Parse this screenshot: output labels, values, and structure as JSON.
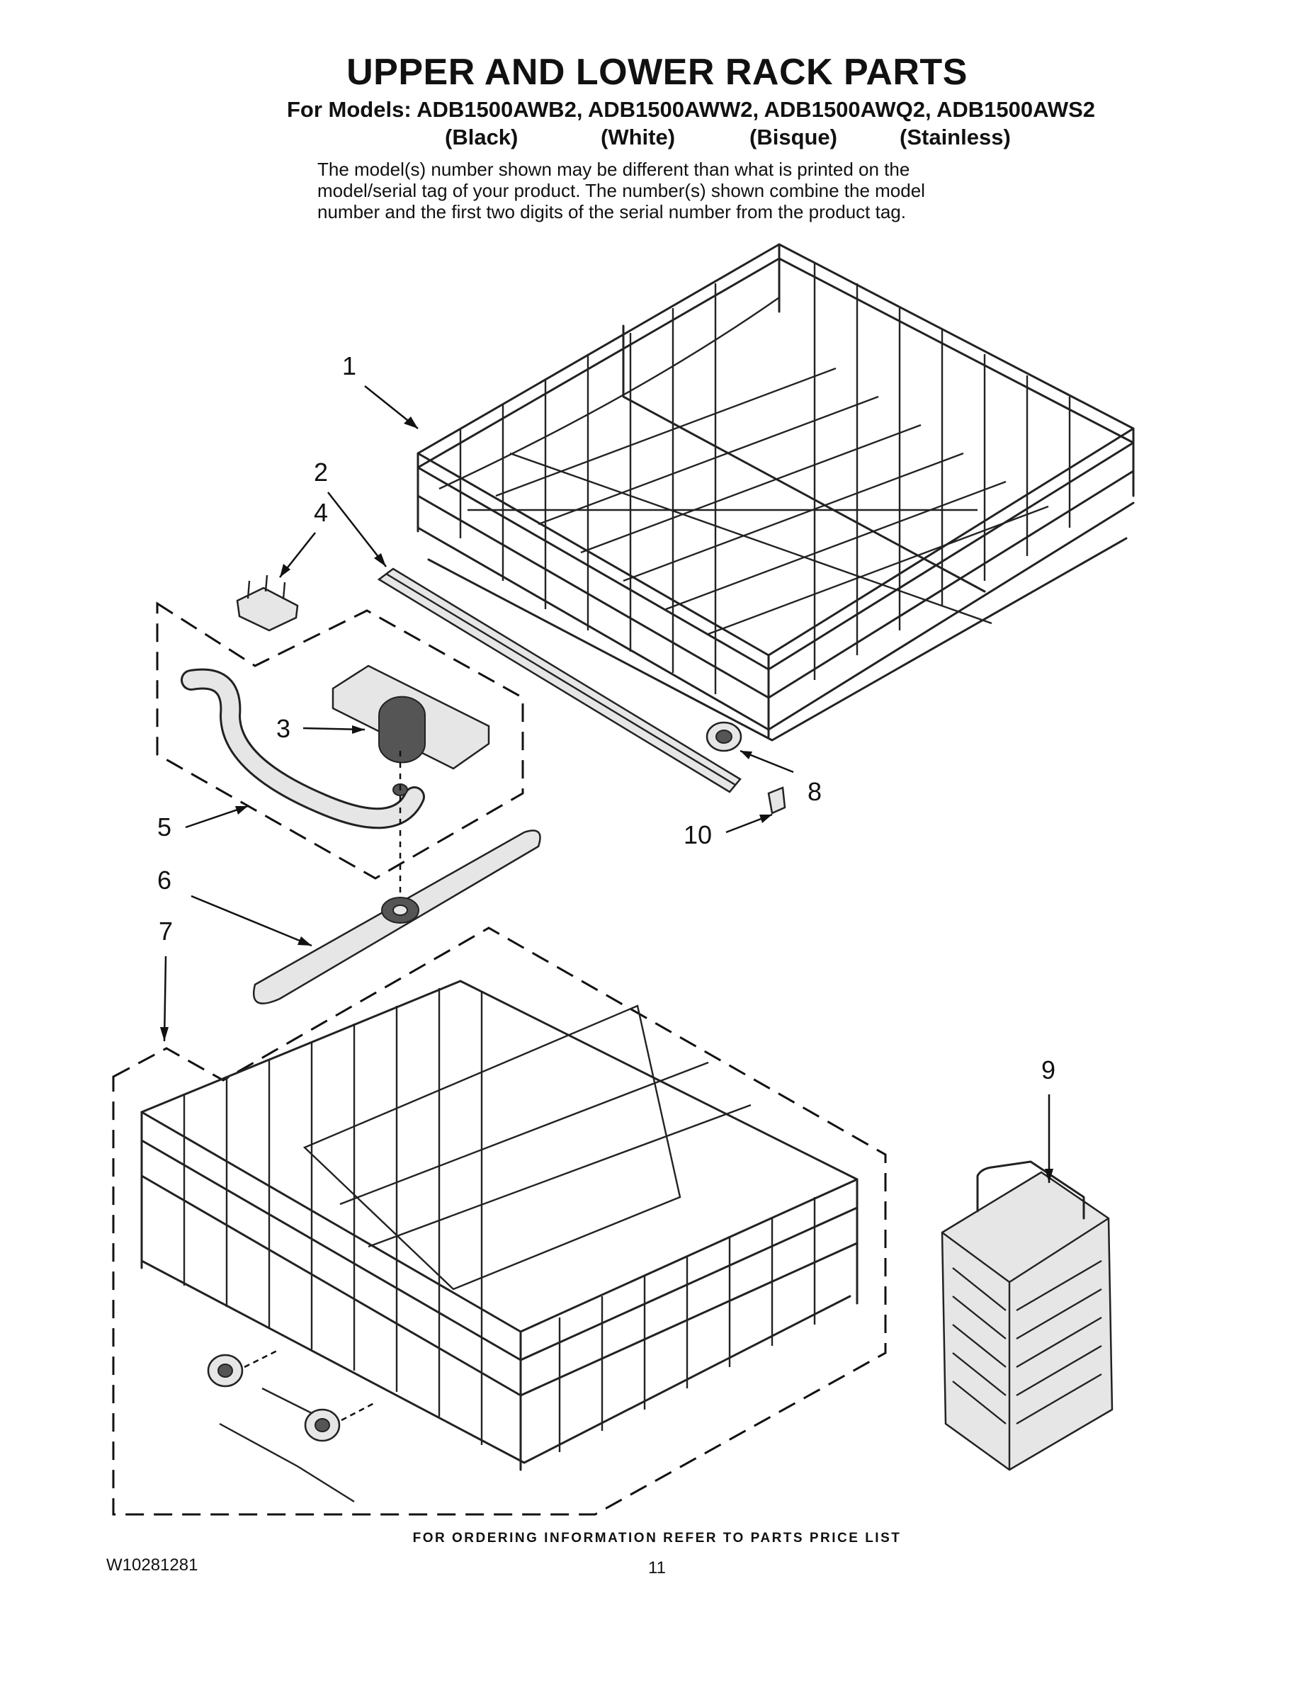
{
  "header": {
    "title": "UPPER AND LOWER RACK PARTS",
    "models_line": "For Models: ADB1500AWB2, ADB1500AWW2, ADB1500AWQ2, ADB1500AWS2",
    "colors": [
      "(Black)",
      "(White)",
      "(Bisque)",
      "(Stainless)"
    ],
    "note_lines": [
      "The model(s) number shown may be different than what is printed on the",
      "model/serial tag of your product. The number(s) shown combine the model",
      "number and the first two digits of the serial number from the product tag."
    ]
  },
  "callouts": [
    "1",
    "2",
    "4",
    "3",
    "5",
    "6",
    "7",
    "8",
    "10",
    "9"
  ],
  "footer": {
    "ordering": "FOR ORDERING INFORMATION REFER TO PARTS PRICE LIST",
    "doc_number": "W10281281",
    "page_number": "11"
  }
}
